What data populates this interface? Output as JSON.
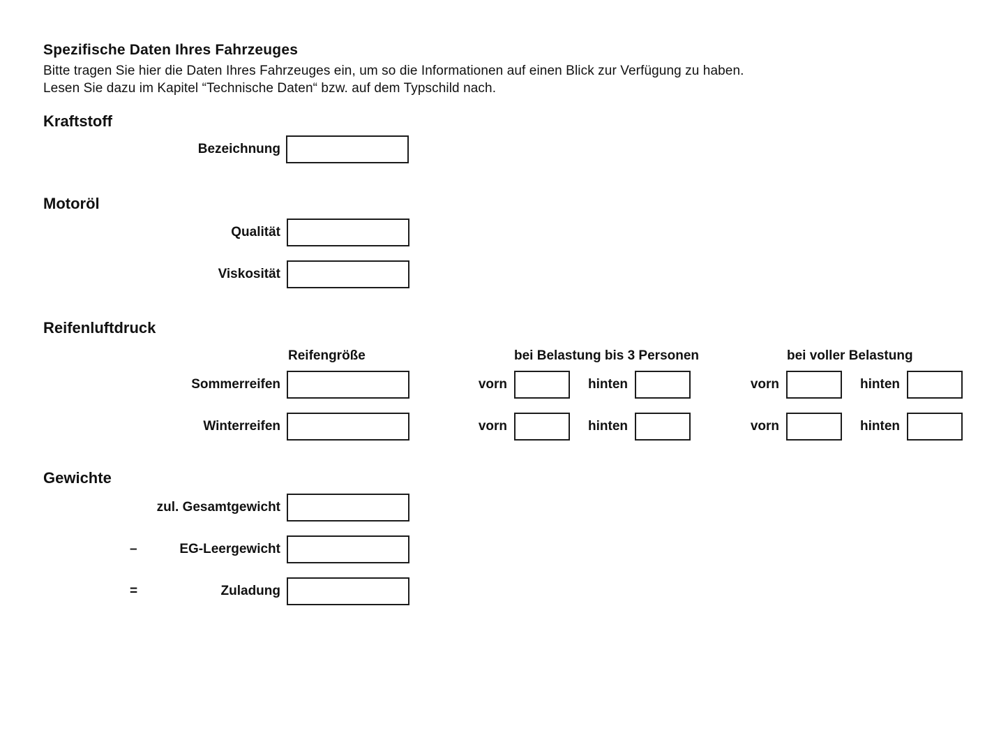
{
  "colors": {
    "background": "#ffffff",
    "text": "#111111",
    "box_border": "#1c1c1c"
  },
  "header": {
    "title": "Spezifische Daten Ihres Fahrzeuges",
    "intro_line1": "Bitte tragen Sie hier die Daten Ihres Fahrzeuges ein, um so die Informationen auf einen Blick zur Verfügung zu haben.",
    "intro_line2": "Lesen Sie dazu im Kapitel “Technische Daten“ bzw. auf dem Typschild nach."
  },
  "kraftstoff": {
    "heading": "Kraftstoff",
    "fields": [
      {
        "label": "Bezeichnung",
        "value": ""
      }
    ]
  },
  "motoroel": {
    "heading": "Motoröl",
    "fields": [
      {
        "label": "Qualität",
        "value": ""
      },
      {
        "label": "Viskosität",
        "value": ""
      }
    ]
  },
  "reifenluftdruck": {
    "heading": "Reifenluftdruck",
    "columns": {
      "reifengroesse": "Reifengröße",
      "belastung_bis_3_personen": "bei Belastung bis 3 Personen",
      "volle_belastung": "bei voller Belastung"
    },
    "front_label": "vorn",
    "rear_label": "hinten",
    "rows": [
      {
        "label": "Sommerreifen",
        "reifengroesse": "",
        "belastung3_vorn": "",
        "belastung3_hinten": "",
        "voll_vorn": "",
        "voll_hinten": ""
      },
      {
        "label": "Winterreifen",
        "reifengroesse": "",
        "belastung3_vorn": "",
        "belastung3_hinten": "",
        "voll_vorn": "",
        "voll_hinten": ""
      }
    ]
  },
  "gewichte": {
    "heading": "Gewichte",
    "rows": [
      {
        "operator": "",
        "label": "zul. Gesamtgewicht",
        "value": ""
      },
      {
        "operator": "–",
        "label": "EG-Leergewicht",
        "value": ""
      },
      {
        "operator": "=",
        "label": "Zuladung",
        "value": ""
      }
    ]
  }
}
